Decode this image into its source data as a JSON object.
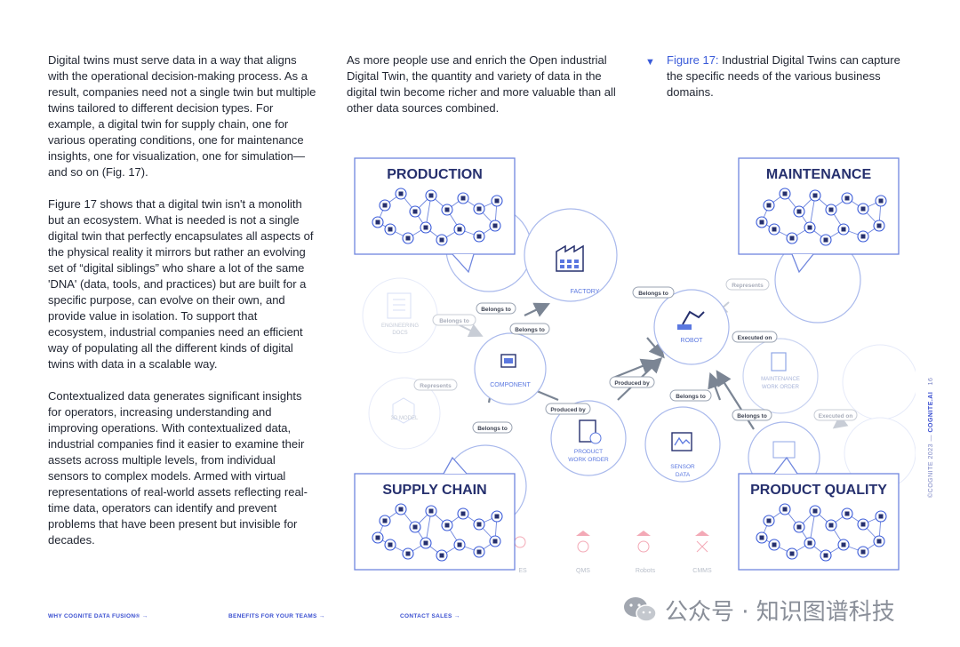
{
  "column1": {
    "p1": "Digital twins must serve data in a way that aligns with the operational decision-making process. As a result, companies need not a single twin but multiple twins tailored to different decision types. For example, a digital twin for supply chain, one for various operating conditions, one for maintenance insights, one for visualization, one for simulation—and so on (Fig. 17).",
    "p2": "Figure 17 shows that a digital twin isn't a monolith but an ecosystem. What is needed is not a single digital twin that perfectly encapsulates all aspects of the physical reality it mirrors but rather an evolving set of “digital siblings” who share a lot of the same 'DNA' (data, tools, and practices) but are built for a specific purpose, can evolve on their own, and provide value in isolation. To support that ecosystem, industrial companies need an efficient way of populating all the different kinds of digital twins with data in a scalable way.",
    "p3": "Contextualized data generates significant insights for operators, increasing understanding and improving operations. With contextualized data, industrial companies find it easier to examine their assets across multiple levels, from individual sensors to complex models. Armed with virtual representations of real-world assets reflecting real-time data, operators can identify and prevent problems that have been present but invisible for decades."
  },
  "column2": {
    "p1": "As more people use and enrich the Open industrial Digital Twin, the quantity and variety of data in the digital twin become richer and more valuable than all other data sources combined."
  },
  "caption": {
    "marker": "▼",
    "figure": "Figure 17:",
    "text": " Industrial Digital Twins can capture the specific needs of the various business domains."
  },
  "diagram": {
    "panels": {
      "production": "PRODUCTION",
      "maintenance": "MAINTENANCE",
      "supply_chain": "SUPPLY CHAIN",
      "product_quality": "PRODUCT QUALITY"
    },
    "nodes": {
      "factory": "FACTORY",
      "robot": "ROBOT",
      "component": "COMPONENT",
      "product_work_order": [
        "PRODUCT",
        "WORK ORDER"
      ],
      "sensor_data": [
        "SENSOR",
        "DATA"
      ],
      "engineering_docs": [
        "ENGINEERING",
        "DOCS"
      ],
      "model_3d": "3D MODEL",
      "maintenance_work_order": [
        "MAINTENANCE",
        "WORK ORDER"
      ]
    },
    "edges": {
      "belongs_to": "Belongs to",
      "represents": "Represents",
      "executed_on": "Executed on",
      "produced_by": "Produced by"
    },
    "bottom_labels": [
      "QMS",
      "Robots",
      "CMMS"
    ],
    "bottom_partial": "ES"
  },
  "footer": {
    "link1": "WHY COGNITE DATA FUSION® →",
    "link2": "BENEFITS FOR YOUR TEAMS →",
    "link3": "CONTACT SALES →"
  },
  "side": {
    "prefix": "©COGNITE 2023 — ",
    "brand": "COGNITE.AI",
    "page": "16"
  },
  "watermark": {
    "text": "公众号 · 知识图谱科技"
  },
  "colors": {
    "accent": "#3a5bd9",
    "panel_title": "#26306e",
    "node_line": "#8fa6e6",
    "edge": "#7b8594"
  }
}
